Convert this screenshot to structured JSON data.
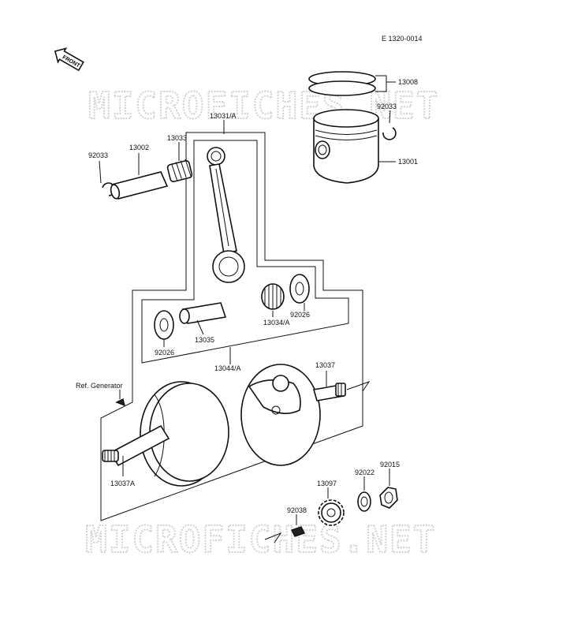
{
  "diagram_code": "E 1320-0014",
  "front_label": "FRONT",
  "watermark": "MICROFICHES.NET",
  "parts": [
    {
      "id": "13008"
    },
    {
      "id": "92033"
    },
    {
      "id": "13001"
    },
    {
      "id": "13031/A"
    },
    {
      "id": "92033"
    },
    {
      "id": "13002"
    },
    {
      "id": "13033"
    },
    {
      "id": "92026"
    },
    {
      "id": "13034/A"
    },
    {
      "id": "92026"
    },
    {
      "id": "13035"
    },
    {
      "id": "13044/A"
    },
    {
      "id": "13037"
    },
    {
      "id": "Ref. Generator"
    },
    {
      "id": "13037A"
    },
    {
      "id": "92015"
    },
    {
      "id": "92022"
    },
    {
      "id": "13097"
    },
    {
      "id": "92038"
    }
  ]
}
